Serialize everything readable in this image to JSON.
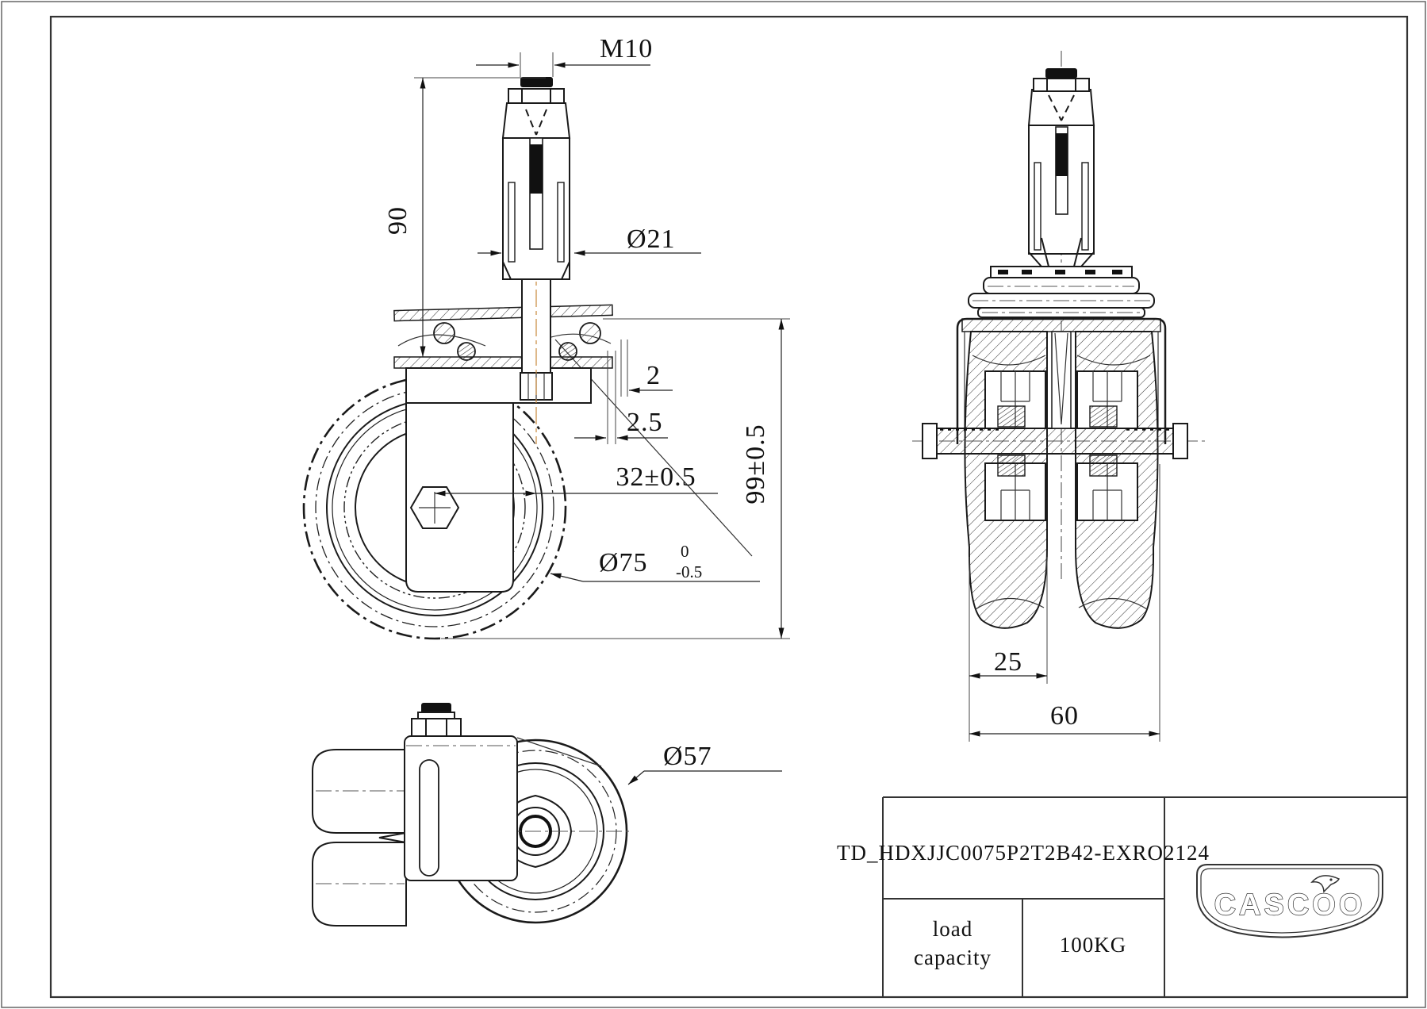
{
  "drawing": {
    "part_number": "TD_HDXJJC0075P2T2B42-EXRO2124",
    "title_block": {
      "load_capacity_line1": "load",
      "load_capacity_line2": "capacity",
      "load_capacity_value": "100KG"
    },
    "brand": "CASCOO",
    "dims": {
      "thread": "M10",
      "stem_length": "90",
      "stem_diameter": "Ø21",
      "wall_thickness_1": "2",
      "wall_thickness_2": "2.5",
      "swivel_offset": "32±0.5",
      "wheel_diameter": "Ø75",
      "wheel_dia_tol_upper": "0",
      "wheel_dia_tol_lower": "-0.5",
      "overall_height": "99±0.5",
      "tread_width": "25",
      "overall_width": "60",
      "hub_diameter": "Ø57"
    }
  }
}
